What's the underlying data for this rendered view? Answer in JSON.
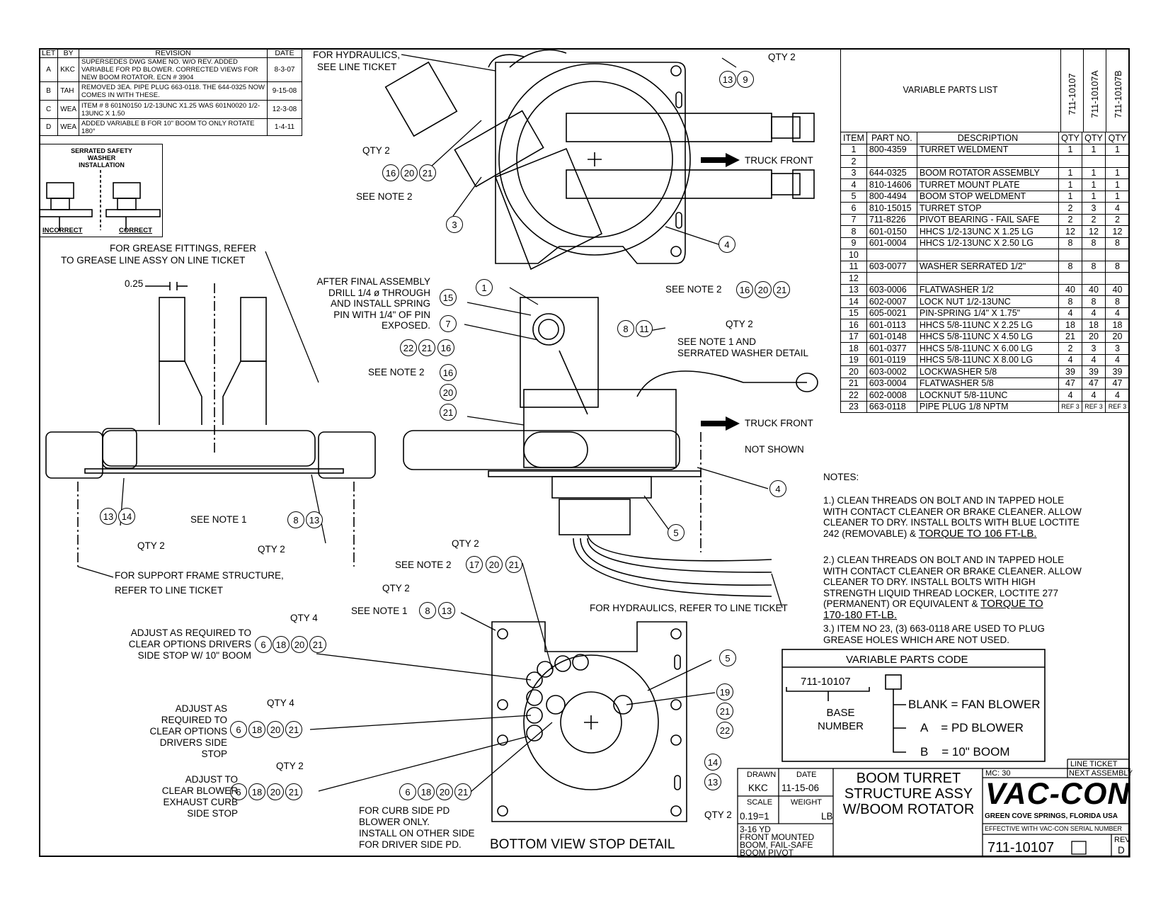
{
  "revision_table": {
    "headers": [
      "LET",
      "BY",
      "REVISION",
      "DATE"
    ],
    "rows": [
      {
        "let": "A",
        "by": "KKC",
        "revision": "SUPERSEDES DWG SAME NO. W/O REV. ADDED VARIABLE FOR PD BLOWER. CORRECTED VIEWS FOR NEW BOOM ROTATOR. ECN # 3904",
        "date": "8-3-07"
      },
      {
        "let": "B",
        "by": "TAH",
        "revision": "REMOVED 3EA. PIPE PLUG 663-0118. THE 644-0325 NOW COMES IN WITH THESE.",
        "date": "9-15-08"
      },
      {
        "let": "C",
        "by": "WEA",
        "revision": "ITEM # 8 601N0150 1/2-13UNC X1.25 WAS 601N0020 1/2-13UNC X 1.50",
        "date": "12-3-08"
      },
      {
        "let": "D",
        "by": "WEA",
        "revision": "ADDED VARIABLE B FOR 10\" BOOM TO ONLY ROTATE 180°",
        "date": "1-4-11"
      }
    ]
  },
  "washer_detail": {
    "title": "SERRATED SAFETY WASHER INSTALLATION",
    "incorrect": "INCORRECT",
    "correct": "CORRECT"
  },
  "parts_list": {
    "title": "VARIABLE PARTS LIST",
    "variant_columns": [
      "711-10107",
      "711-10107A",
      "711-10107B"
    ],
    "headers": [
      "ITEM",
      "PART NO.",
      "DESCRIPTION",
      "QTY",
      "QTY",
      "QTY"
    ],
    "rows": [
      [
        "1",
        "800-4359",
        "TURRET WELDMENT",
        "1",
        "1",
        "1"
      ],
      [
        "2",
        "",
        "",
        "",
        "",
        ""
      ],
      [
        "3",
        "644-0325",
        "BOOM ROTATOR ASSEMBLY",
        "1",
        "1",
        "1"
      ],
      [
        "4",
        "810-14606",
        "TURRET MOUNT PLATE",
        "1",
        "1",
        "1"
      ],
      [
        "5",
        "800-4494",
        "BOOM STOP WELDMENT",
        "1",
        "1",
        "1"
      ],
      [
        "6",
        "810-15015",
        "TURRET STOP",
        "2",
        "3",
        "4"
      ],
      [
        "7",
        "711-8226",
        "PIVOT BEARING - FAIL SAFE",
        "2",
        "2",
        "2"
      ],
      [
        "8",
        "601-0150",
        "HHCS 1/2-13UNC X 1.25 LG",
        "12",
        "12",
        "12"
      ],
      [
        "9",
        "601-0004",
        "HHCS 1/2-13UNC X 2.50 LG",
        "8",
        "8",
        "8"
      ],
      [
        "10",
        "",
        "",
        "",
        "",
        ""
      ],
      [
        "11",
        "603-0077",
        "WASHER SERRATED 1/2\"",
        "8",
        "8",
        "8"
      ],
      [
        "12",
        "",
        "",
        "",
        "",
        ""
      ],
      [
        "13",
        "603-0006",
        "FLATWASHER 1/2",
        "40",
        "40",
        "40"
      ],
      [
        "14",
        "602-0007",
        "LOCK NUT 1/2-13UNC",
        "8",
        "8",
        "8"
      ],
      [
        "15",
        "605-0021",
        "PIN-SPRING 1/4\" X 1.75\"",
        "4",
        "4",
        "4"
      ],
      [
        "16",
        "601-0113",
        "HHCS 5/8-11UNC X 2.25 LG",
        "18",
        "18",
        "18"
      ],
      [
        "17",
        "601-0148",
        "HHCS 5/8-11UNC X 4.50 LG",
        "21",
        "20",
        "20"
      ],
      [
        "18",
        "601-0377",
        "HHCS 5/8-11UNC X 6.00 LG",
        "2",
        "3",
        "3"
      ],
      [
        "19",
        "601-0119",
        "HHCS 5/8-11UNC X 8.00 LG",
        "4",
        "4",
        "4"
      ],
      [
        "20",
        "603-0002",
        "LOCKWASHER 5/8",
        "39",
        "39",
        "39"
      ],
      [
        "21",
        "603-0004",
        "FLATWASHER 5/8",
        "47",
        "47",
        "47"
      ],
      [
        "22",
        "602-0008",
        "LOCKNUT 5/8-11UNC",
        "4",
        "4",
        "4"
      ],
      [
        "23",
        "663-0118",
        "PIPE PLUG 1/8 NPTM",
        "REF 3",
        "REF 3",
        "REF 3"
      ]
    ]
  },
  "notes": {
    "heading": "NOTES:",
    "note1": [
      "1.)  CLEAN THREADS ON BOLT AND IN TAPPED HOLE",
      "WITH CONTACT CLEANER OR BRAKE CLEANER.  ALLOW",
      "CLEANER TO DRY. INSTALL BOLTS WITH BLUE LOCTITE",
      "242 (REMOVABLE) &"
    ],
    "note1_torque": "TORQUE TO 106 FT-LB.",
    "note2": [
      "2.)  CLEAN THREADS ON BOLT AND IN TAPPED HOLE",
      "WITH CONTACT CLEANER OR BRAKE CLEANER.  ALLOW",
      "CLEANER TO DRY. INSTALL BOLTS WITH HIGH",
      "STRENGTH LIQUID THREAD LOCKER, LOCTITE 277",
      "(PERMANENT) OR EQUIVALENT &"
    ],
    "note2_torque_a": "TORQUE TO",
    "note2_torque_b": "170-180 FT-LB.",
    "note3": [
      "3.)  ITEM NO 23, (3) 663-0118 ARE USED TO PLUG",
      "GREASE HOLES WHICH ARE NOT USED."
    ]
  },
  "variable_parts_code": {
    "title": "VARIABLE PARTS CODE",
    "base": "711-10107",
    "base_label": [
      "BASE",
      "NUMBER"
    ],
    "options": [
      "BLANK = FAN BLOWER",
      "A    = PD BLOWER",
      "B    = 10\" BOOM"
    ]
  },
  "title_block": {
    "drawn_label": "DRAWN",
    "drawn": "KKC",
    "date_label": "DATE",
    "date": "11-15-06",
    "scale_label": "SCALE",
    "scale": "0.19=1",
    "weight_label": "WEIGHT",
    "weight_unit": "LB",
    "title": [
      "BOOM TURRET",
      "STRUCTURE ASSY",
      "W/BOOM ROTATOR"
    ],
    "description": [
      "3-16 YD",
      "FRONT MOUNTED",
      "BOOM, FAIL-SAFE",
      "BOOM PIVOT"
    ],
    "mc": "MC: 30",
    "line_ticket": "LINE TICKET",
    "next_assembly": "NEXT ASSEMBLY",
    "company": "VAC-CON",
    "location": "GREEN COVE SPRINGS, FLORIDA USA",
    "effective": "EFFECTIVE WITH VAC-CON SERIAL NUMBER",
    "drawing_number": "711-10107",
    "rev_label": "REV",
    "rev": "D"
  },
  "callouts": {
    "for_hydraulics_top": [
      "FOR HYDRAULICS,",
      "SEE LINE TICKET"
    ],
    "qty2": "QTY 2",
    "qty4": "QTY 4",
    "see_note_1": "SEE NOTE 1",
    "see_note_2": "SEE NOTE 2",
    "truck_front": "TRUCK FRONT",
    "grease": [
      "FOR GREASE FITTINGS, REFER",
      "TO GREASE LINE ASSY ON LINE TICKET"
    ],
    "dim_025": "0.25",
    "after_final": [
      "AFTER FINAL ASSEMBLY",
      "DRILL 1/4 ø THROUGH",
      "AND INSTALL SPRING",
      "PIN WITH 1/4\" OF PIN",
      "EXPOSED."
    ],
    "see_note1_serrated": [
      "SEE NOTE 1 AND",
      "SERRATED WASHER DETAIL"
    ],
    "not_shown": "NOT SHOWN",
    "support_frame": [
      "FOR SUPPORT FRAME STRUCTURE,",
      "REFER TO LINE TICKET"
    ],
    "for_hydraulics_bottom": "FOR HYDRAULICS, REFER TO LINE TICKET",
    "adjust_drivers_10": [
      "ADJUST AS REQUIRED TO",
      "CLEAR OPTIONS DRIVERS",
      "SIDE STOP W/ 10\" BOOM"
    ],
    "adjust_drivers": [
      "ADJUST AS",
      "REQUIRED TO",
      "CLEAR OPTIONS",
      "DRIVERS SIDE",
      "STOP"
    ],
    "adjust_blower": [
      "ADJUST TO",
      "CLEAR BLOWER",
      "EXHAUST CURB",
      "SIDE STOP"
    ],
    "curb_side": [
      "FOR CURB SIDE PD",
      "BLOWER ONLY.",
      "INSTALL ON OTHER SIDE",
      "FOR DRIVER SIDE PD."
    ],
    "bottom_view": "BOTTOM VIEW STOP DETAIL"
  }
}
